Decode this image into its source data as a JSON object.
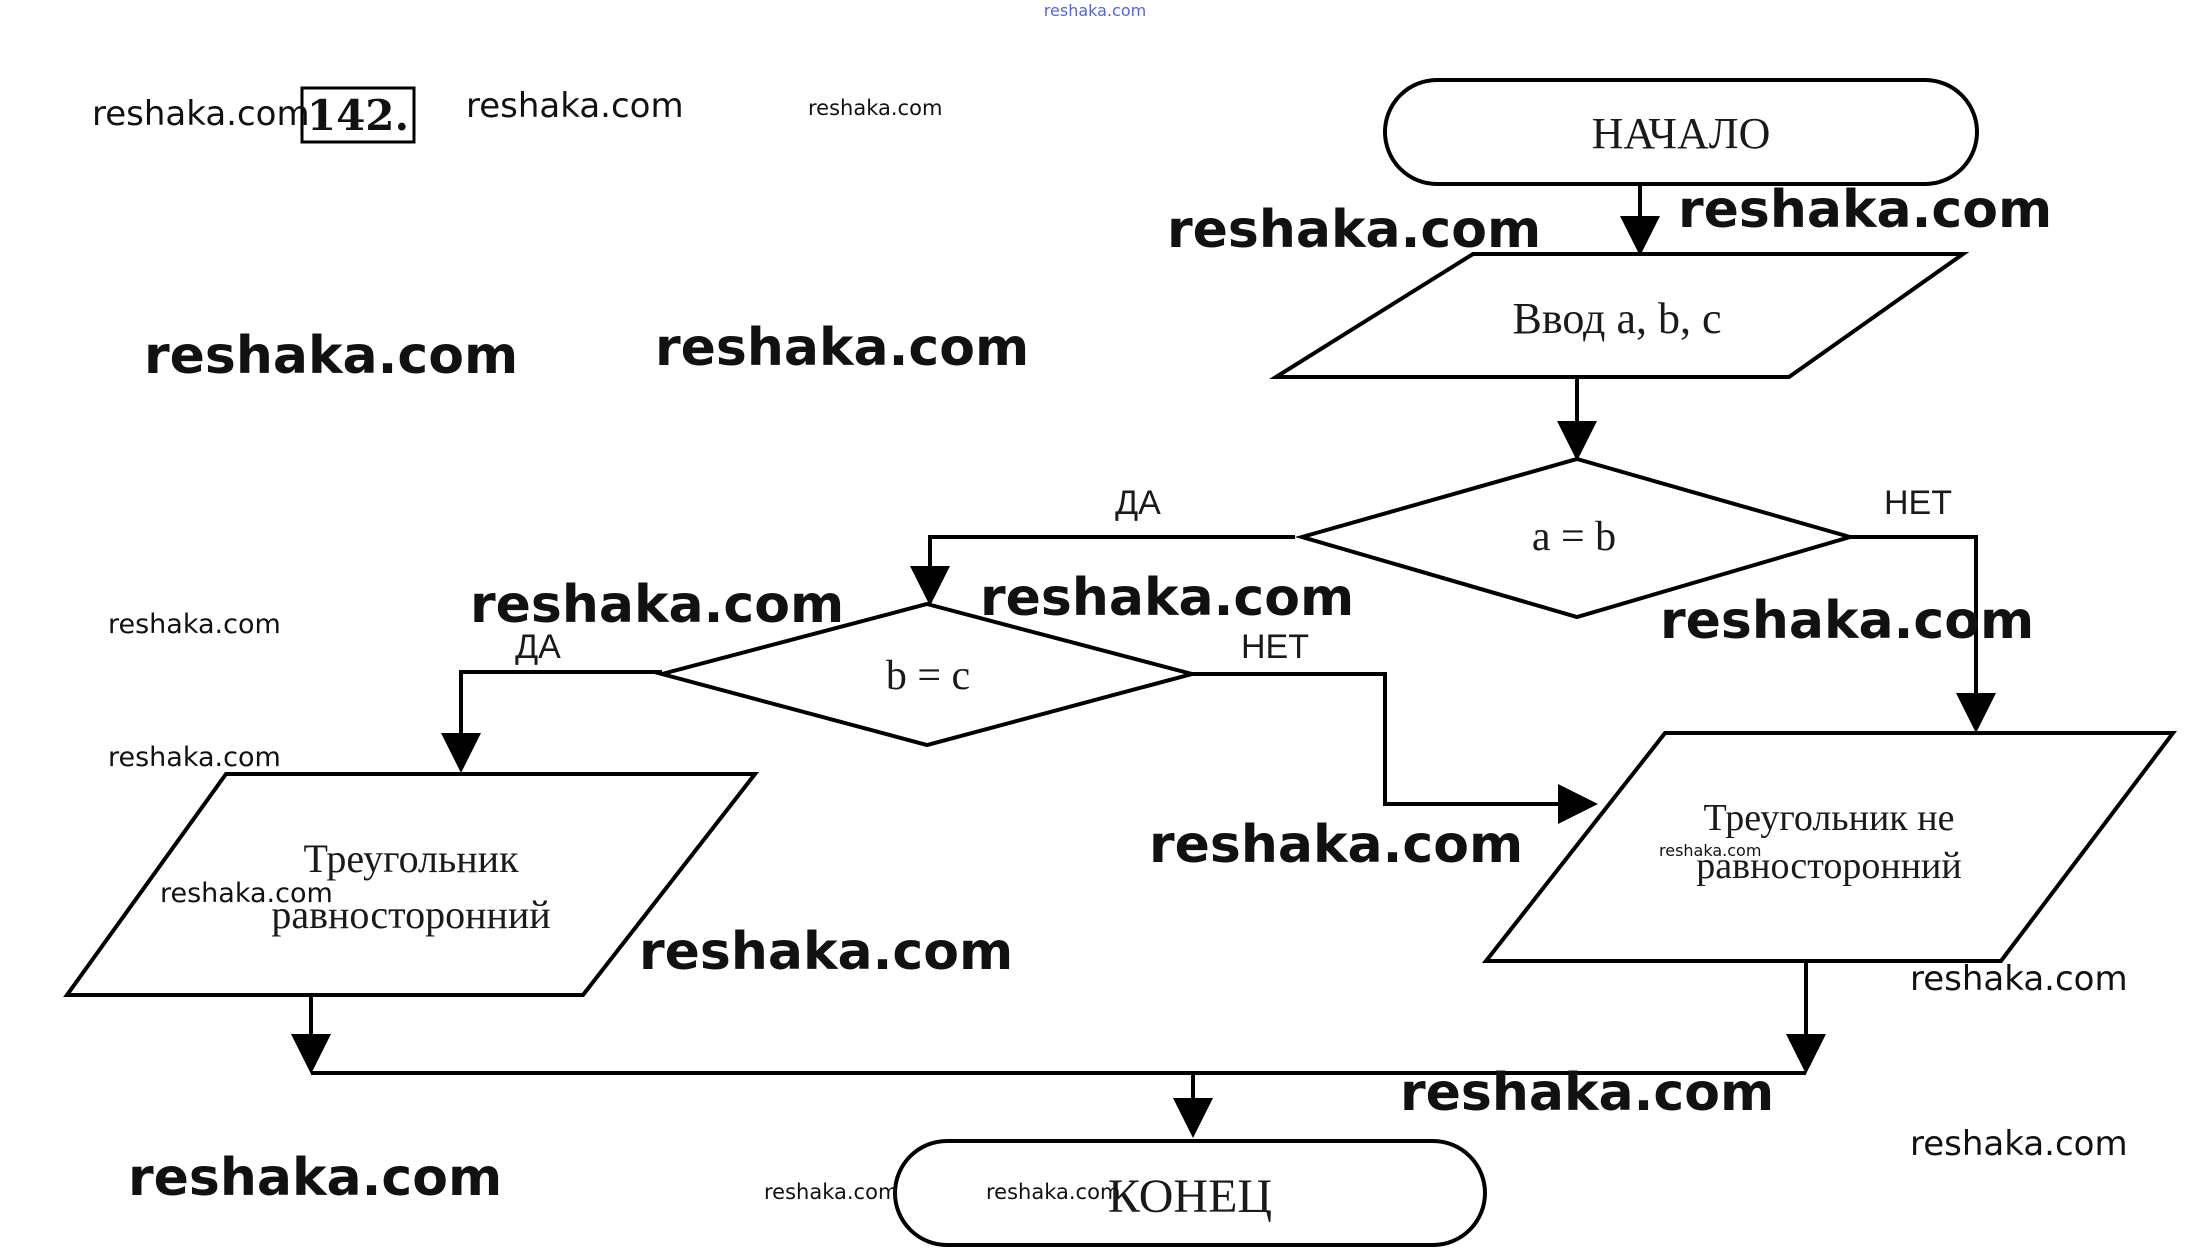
{
  "header": {
    "top_watermark": "reshaka.com",
    "problem_number": "142."
  },
  "nodes": {
    "start": "НАЧАЛО",
    "input": "Ввод a, b, c",
    "cond1": "a = b",
    "cond2": "b = c",
    "out_yes_line1": "Треугольник",
    "out_yes_line2": "равносторонний",
    "out_no_line1": "Треугольник не",
    "out_no_line2": "равносторонний",
    "end": "КОНЕЦ"
  },
  "branch_labels": {
    "cond1_yes": "ДА",
    "cond1_no": "НЕТ",
    "cond2_yes": "ДА",
    "cond2_no": "НЕТ"
  },
  "watermark_text": "reshaka.com"
}
